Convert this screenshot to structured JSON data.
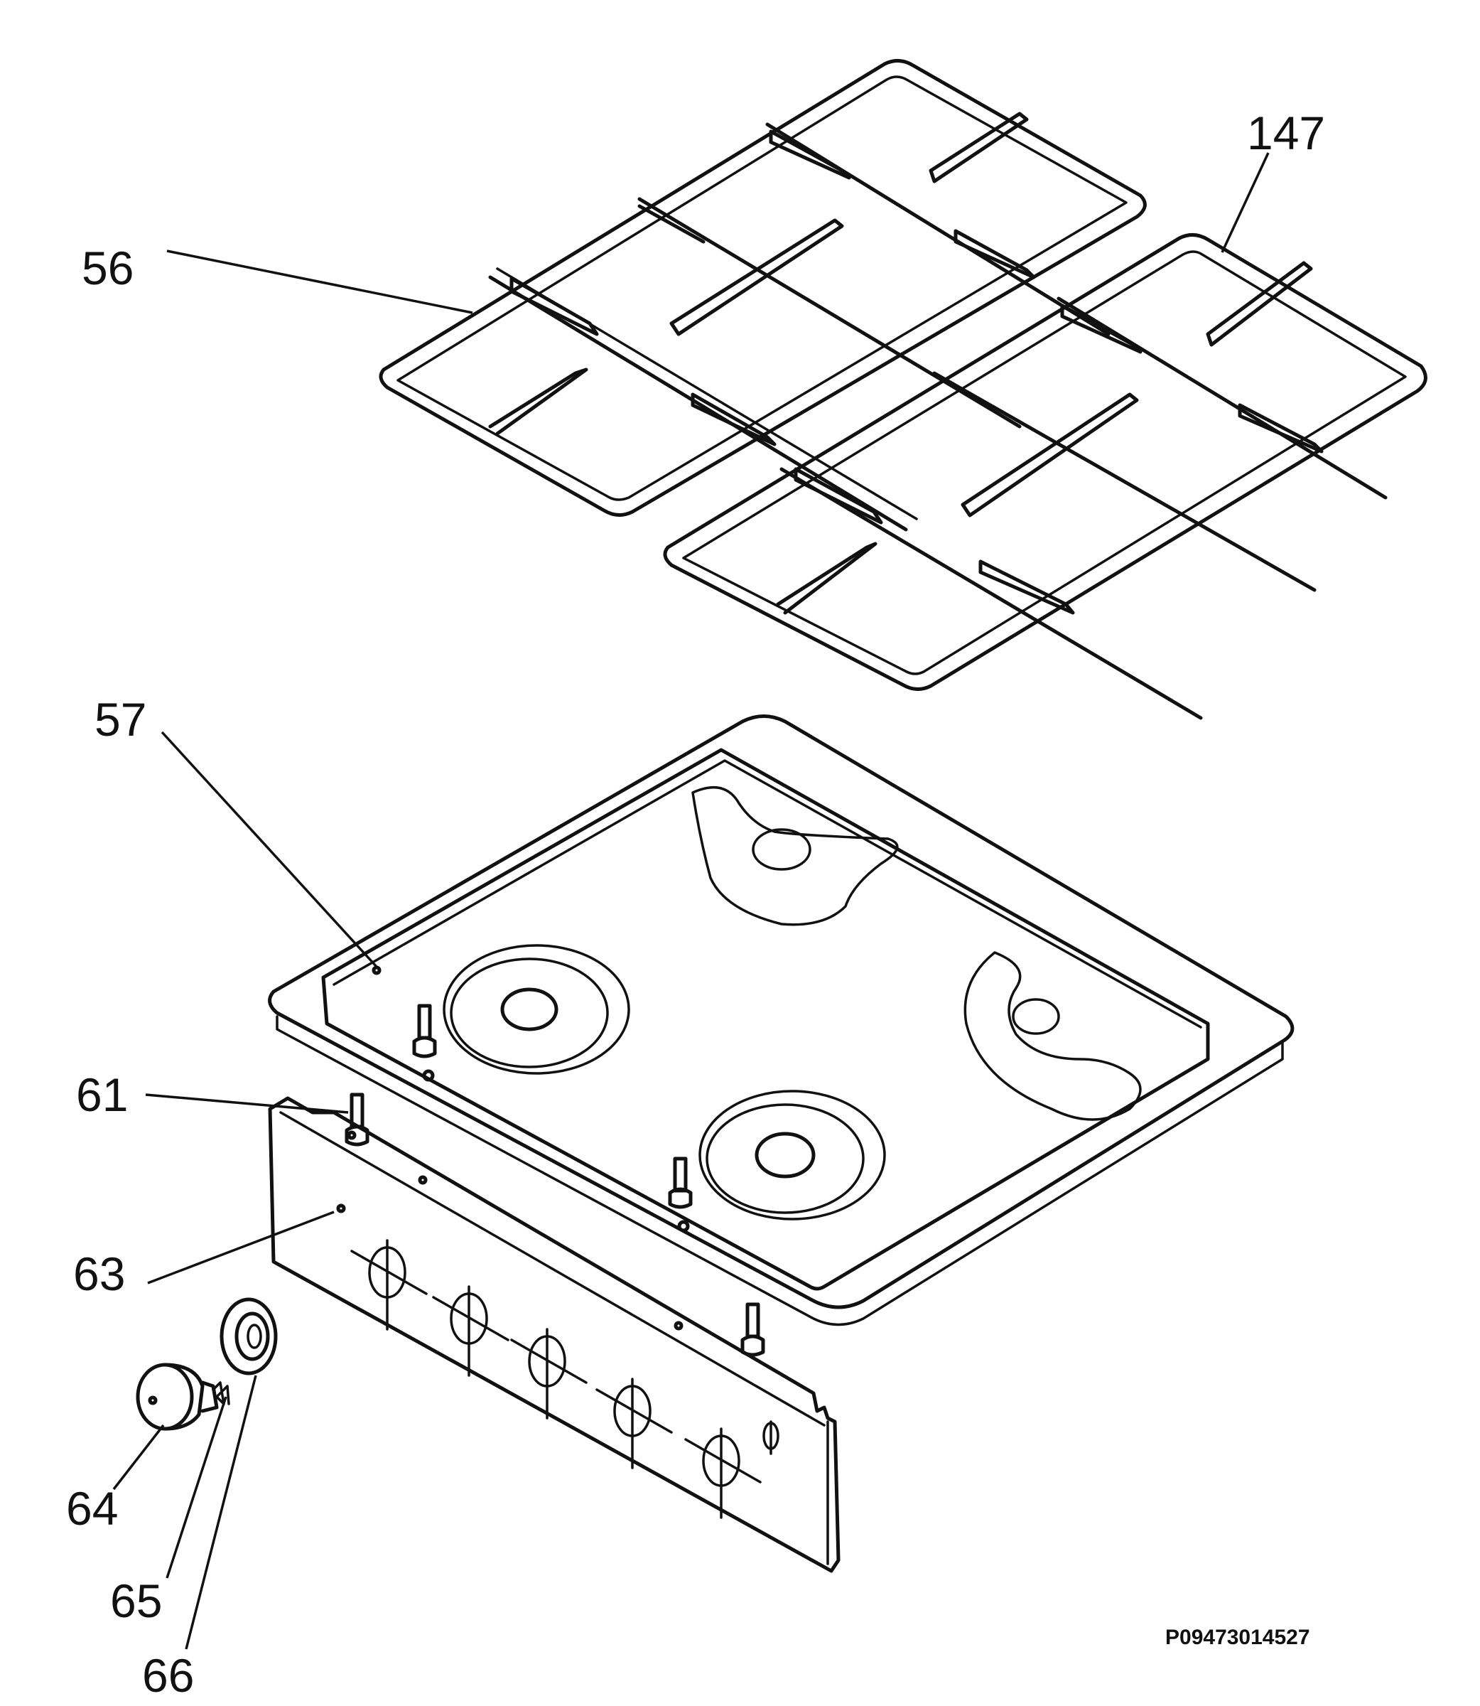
{
  "callouts": {
    "c56": "56",
    "c147": "147",
    "c57": "57",
    "c61": "61",
    "c63": "63",
    "c64": "64",
    "c65": "65",
    "c66": "66"
  },
  "drawing_code": "P09473014527"
}
